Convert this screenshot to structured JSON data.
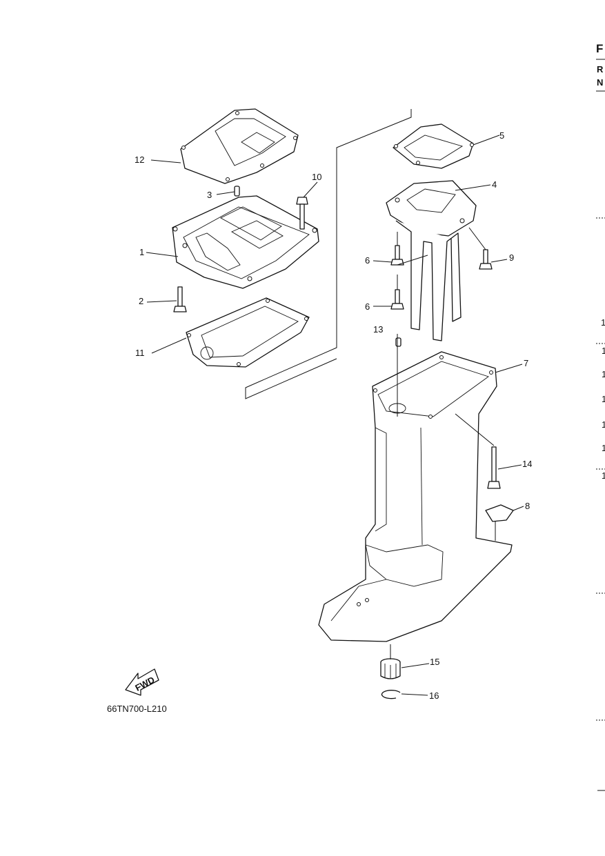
{
  "callouts": [
    {
      "id": "c1",
      "text": "1"
    },
    {
      "id": "c2",
      "text": "2"
    },
    {
      "id": "c3",
      "text": "3"
    },
    {
      "id": "c4",
      "text": "4"
    },
    {
      "id": "c5",
      "text": "5"
    },
    {
      "id": "c6a",
      "text": "6"
    },
    {
      "id": "c6b",
      "text": "6"
    },
    {
      "id": "c7",
      "text": "7"
    },
    {
      "id": "c8",
      "text": "8"
    },
    {
      "id": "c9",
      "text": "9"
    },
    {
      "id": "c10",
      "text": "10"
    },
    {
      "id": "c11",
      "text": "11"
    },
    {
      "id": "c12",
      "text": "12"
    },
    {
      "id": "c13",
      "text": "13"
    },
    {
      "id": "c14",
      "text": "14"
    },
    {
      "id": "c15",
      "text": "15"
    },
    {
      "id": "c16",
      "text": "16"
    }
  ],
  "fwd_label": "FWD",
  "figure_code": "66TN700-L210",
  "right_edge": {
    "headers": [
      "F",
      "R",
      "N"
    ],
    "row_marks": [
      "1",
      "1",
      "1",
      "1",
      "1",
      "1",
      "1"
    ]
  }
}
